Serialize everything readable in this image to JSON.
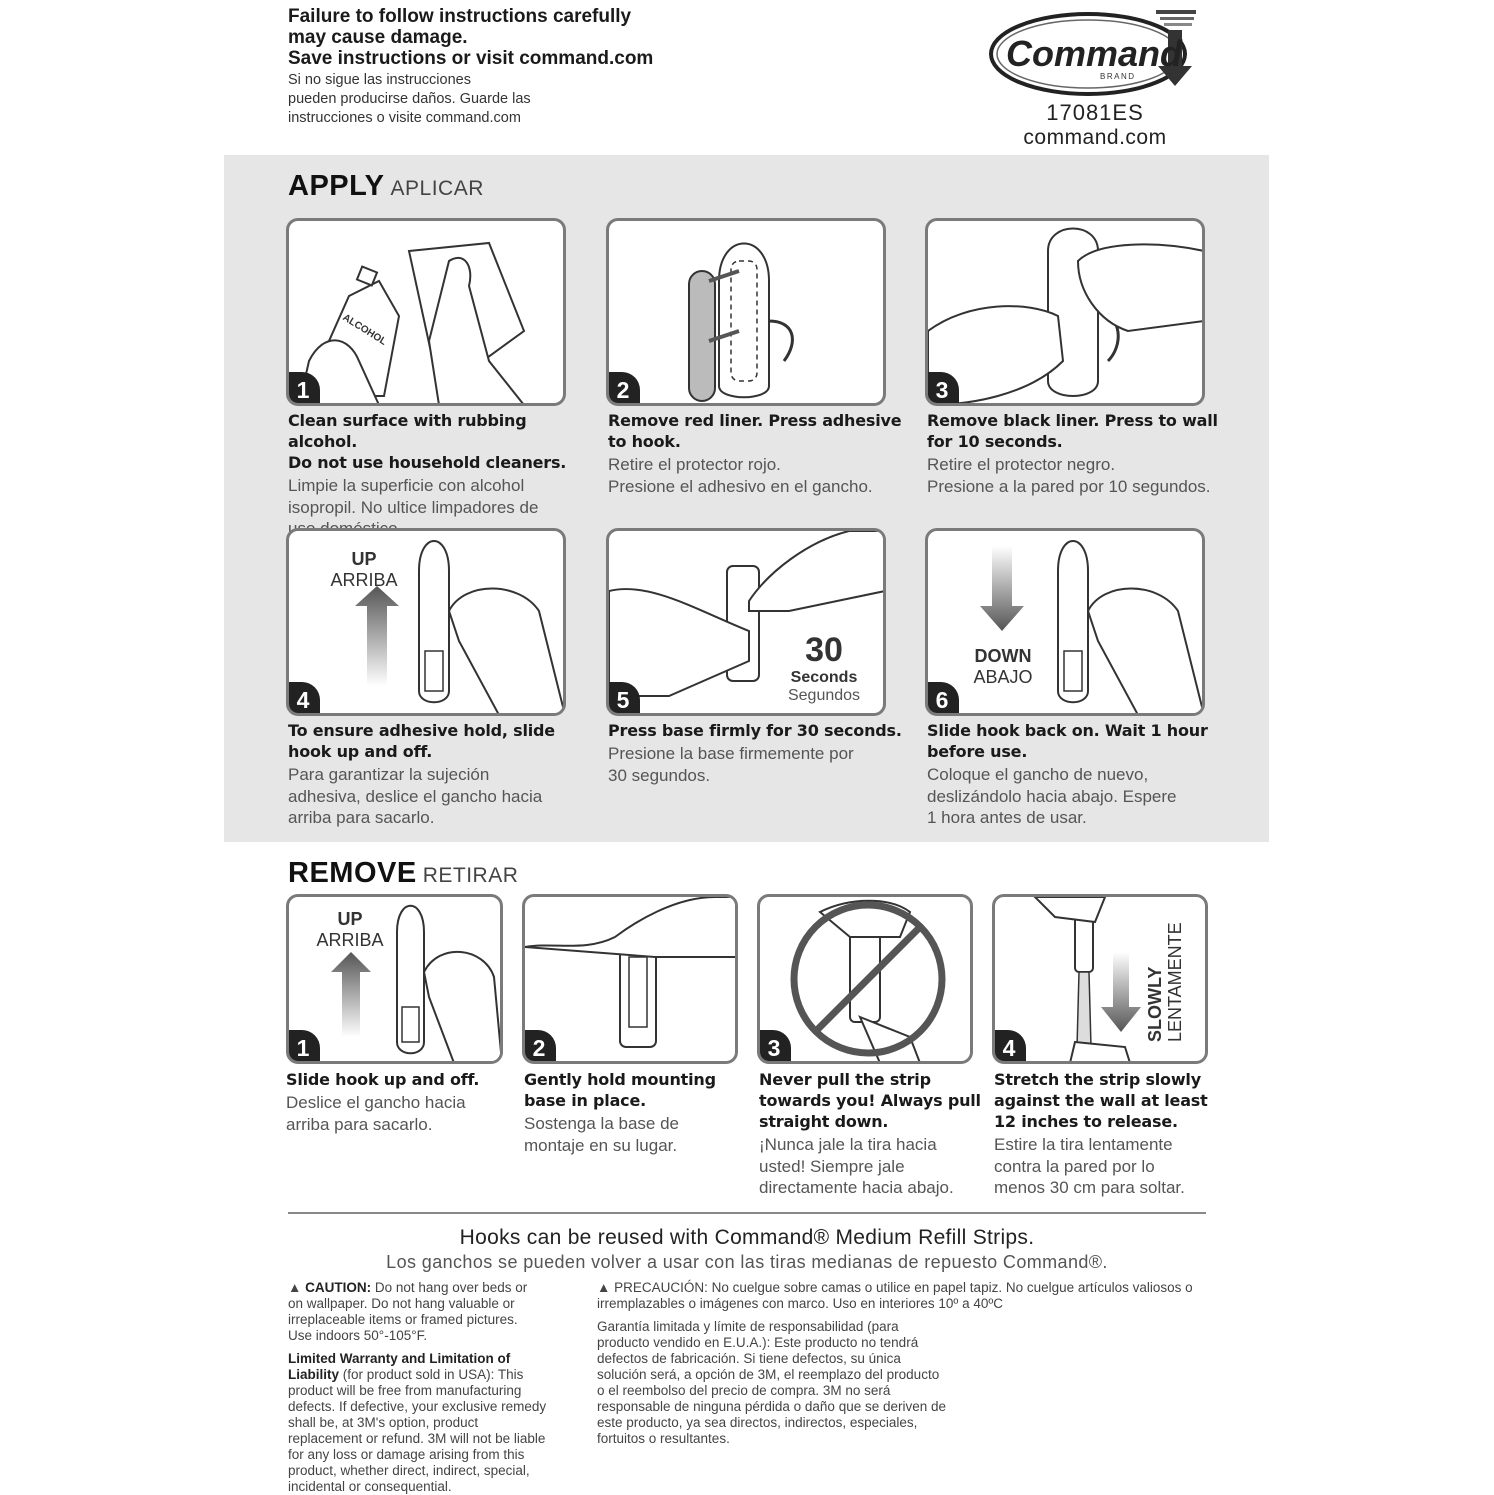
{
  "header": {
    "warning_en_1": "Failure to follow instructions carefully",
    "warning_en_2": "may cause damage.",
    "warning_en_3": "Save instructions or visit command.com",
    "warning_es_1": "Si no sigue las instrucciones",
    "warning_es_2": "pueden producirse daños. Guarde las",
    "warning_es_3": "instrucciones o visite command.com",
    "logo_text": "Command",
    "logo_brand": "BRAND",
    "product_code": "17081ES",
    "url": "command.com"
  },
  "apply": {
    "title": "APPLY",
    "subtitle": "APLICAR",
    "steps": [
      {
        "num": "1",
        "en": [
          "Clean surface with rubbing alcohol.",
          "Do not use household cleaners."
        ],
        "es": [
          "Limpie la superficie con alcohol",
          "isopropil. No ultice limpadores de",
          "uso doméstico."
        ],
        "label": "ALCOHOL"
      },
      {
        "num": "2",
        "en": [
          "Remove red liner. Press adhesive",
          "to hook."
        ],
        "es": [
          "Retire el protector rojo.",
          "Presione el adhesivo en el gancho."
        ]
      },
      {
        "num": "3",
        "en": [
          "Remove black liner. Press to wall",
          "for 10 seconds."
        ],
        "es": [
          "Retire el protector negro.",
          "Presione a la pared por 10 segundos."
        ]
      },
      {
        "num": "4",
        "en": [
          "To ensure adhesive hold, slide",
          "hook up and off."
        ],
        "es": [
          "Para garantizar la sujeción",
          "adhesiva, deslice el gancho hacia",
          "arriba para sacarlo."
        ],
        "arrow_en": "UP",
        "arrow_es": "ARRIBA"
      },
      {
        "num": "5",
        "en": [
          "Press base firmly for 30 seconds."
        ],
        "es": [
          "Presione la base firmemente por",
          "30 segundos."
        ],
        "timer_num": "30",
        "timer_en": "Seconds",
        "timer_es": "Segundos"
      },
      {
        "num": "6",
        "en": [
          "Slide hook back on. Wait 1 hour",
          "before use."
        ],
        "es": [
          "Coloque el gancho de nuevo,",
          "deslizándolo hacia abajo. Espere",
          "1 hora antes de usar."
        ],
        "arrow_en": "DOWN",
        "arrow_es": "ABAJO"
      }
    ]
  },
  "remove": {
    "title": "REMOVE",
    "subtitle": "RETIRAR",
    "steps": [
      {
        "num": "1",
        "en": [
          "Slide hook up and off."
        ],
        "es": [
          "Deslice el gancho hacia",
          "arriba para sacarlo."
        ],
        "arrow_en": "UP",
        "arrow_es": "ARRIBA"
      },
      {
        "num": "2",
        "en": [
          "Gently hold mounting",
          "base in place."
        ],
        "es": [
          "Sostenga la base de",
          "montaje en su lugar."
        ]
      },
      {
        "num": "3",
        "en": [
          "Never pull the strip",
          "towards you! Always pull",
          "straight down."
        ],
        "es": [
          "¡Nunca jale la tira hacia",
          "usted! Siempre jale",
          "directamente hacia abajo."
        ]
      },
      {
        "num": "4",
        "en": [
          "Stretch the strip slowly",
          "against the wall at least",
          "12 inches to release."
        ],
        "es": [
          "Estire la tira lentamente",
          "contra la pared por lo",
          "menos 30 cm para soltar."
        ],
        "arrow_en": "SLOWLY",
        "arrow_es": "LENTAMENTE"
      }
    ]
  },
  "reuse": {
    "en": "Hooks can be reused with Command® Medium Refill Strips.",
    "es": "Los ganchos se pueden volver a usar con las tiras medianas de repuesto Command®."
  },
  "fineprint": {
    "caution_label": "CAUTION:",
    "caution_lines": [
      " Do not hang over beds or",
      "on wallpaper. Do not hang valuable or",
      "irreplaceable items or framed pictures.",
      "Use indoors 50°-105°F."
    ],
    "warranty_title_1": "Limited Warranty and Limitation of",
    "warranty_title_2": "Liability",
    "warranty_lines": [
      " (for product sold in USA): This",
      "product will be free from manufacturing",
      "defects. If defective, your exclusive remedy",
      "shall be, at 3M's option, product",
      "replacement or refund. 3M will not be liable",
      "for any loss or damage arising from this",
      "product, whether direct, indirect, special,",
      "incidental or consequential."
    ],
    "precaucion_lines": [
      "PRECAUCIÓN: No cuelgue sobre camas o utilice en papel tapiz. No cuelgue artículos valiosos o",
      "irremplazables o imágenes con marco. Uso en interiores 10º a 40ºC"
    ],
    "garantia_lines": [
      "Garantía limitada y límite de responsabilidad (para",
      "producto vendido en E.U.A.): Este producto no tendrá",
      "defectos de fabricación. Si tiene defectos, su única",
      "solución será, a opción de 3M, el reemplazo del producto",
      "o el reembolso del precio de compra. 3M no será",
      "responsable de ninguna pérdida o daño que se deriven de",
      "este producto, ya sea directos, indirectos, especiales,",
      "fortuitos o resultantes."
    ]
  }
}
